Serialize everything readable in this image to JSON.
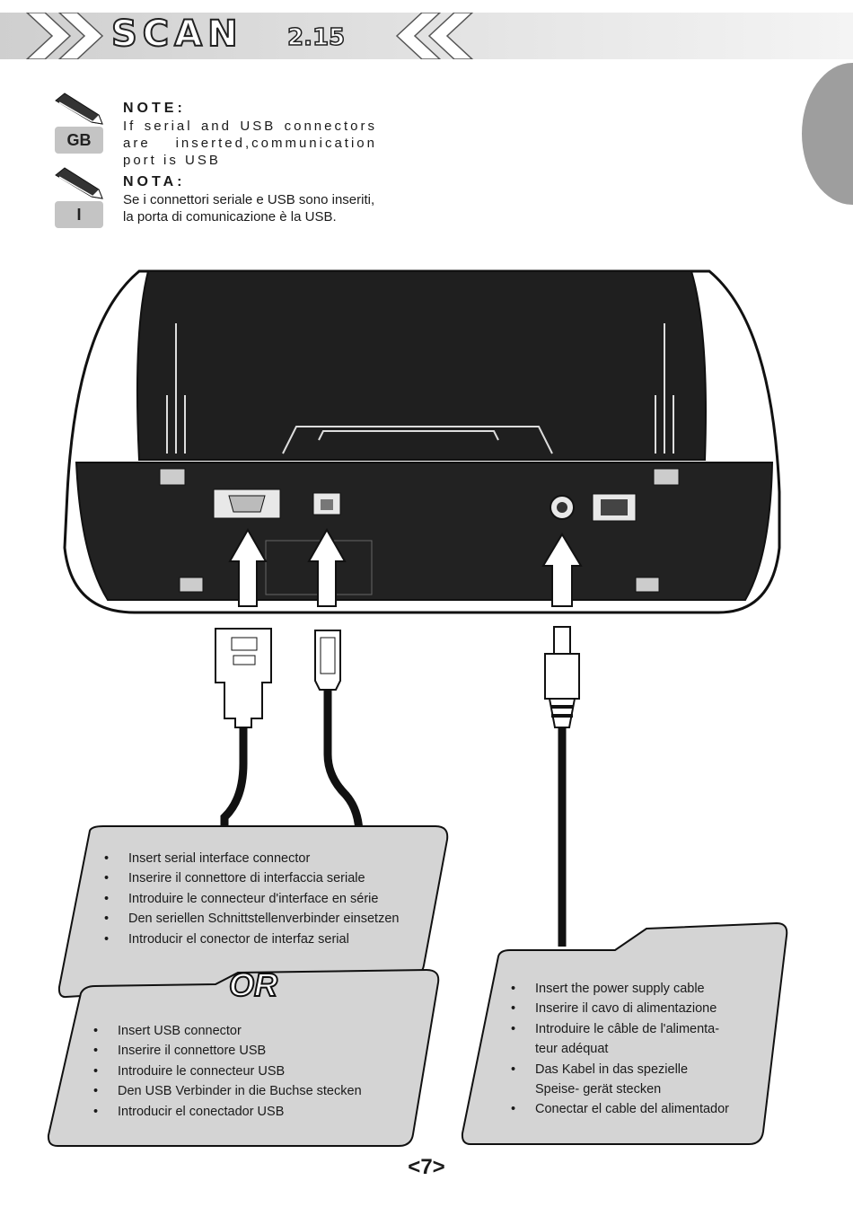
{
  "header": {
    "logo_main": "SCAN",
    "logo_sub": "2.15"
  },
  "notes": [
    {
      "lang": "GB",
      "title": "NOTE:",
      "text": "If serial and USB connectors are inserted,communication port is USB"
    },
    {
      "lang": "I",
      "title": "NOTA:",
      "text": "Se i connettori seriale e USB sono inseriti, la porta di comunicazione è la USB."
    }
  ],
  "serial_box": {
    "items": [
      "Insert serial interface connector",
      "Inserire il connettore di interfaccia seriale",
      "Introduire le connecteur d'interface en série",
      "Den seriellen Schnittstellenverbinder einsetzen",
      "Introducir el conector de interfaz serial"
    ]
  },
  "or_label": "OR",
  "usb_box": {
    "items": [
      "Insert USB connector",
      "Inserire il connettore USB",
      "Introduire le connecteur USB",
      "Den USB Verbinder in die Buchse stecken",
      "Introducir el conectador USB"
    ]
  },
  "power_box": {
    "items": [
      "Insert the power supply cable",
      "Inserire il cavo di alimentazione",
      "Introduire le câble de l'alimenta- teur adéquat",
      "Das Kabel in das spezielle Speise- gerät stecken",
      "Conectar el cable del alimentador"
    ]
  },
  "page_number": "<7>",
  "colors": {
    "header_gray": "#d9d9d9",
    "tab_gray": "#9e9e9e",
    "badge_gray": "#c4c4c4",
    "box_gray": "#d4d4d4",
    "device_dark": "#1f1f1f"
  }
}
